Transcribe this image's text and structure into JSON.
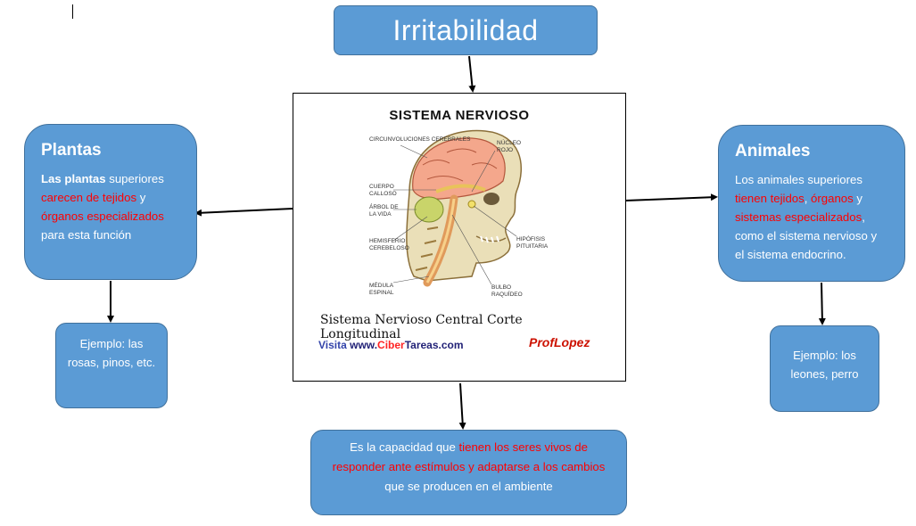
{
  "title": "Irritabilidad",
  "plants": {
    "heading": "Plantas",
    "t1": "Las plantas",
    "t2": " superiores ",
    "t3": "carecen de tejidos",
    "t4": " y ",
    "t5": "órganos especializados",
    "t6": " para esta función",
    "example": "Ejemplo: las rosas, pinos, etc."
  },
  "animals": {
    "heading": "Animales",
    "t1": "Los animales superiores ",
    "t2": "tienen tejidos",
    "t3": ", ",
    "t4": "órganos",
    "t5": " y ",
    "t6": "sistemas especializados",
    "t7": ", como el sistema nervioso y el sistema endocrino.",
    "example": "Ejemplo: los leones, perro"
  },
  "definition": {
    "t1": "Es la capacidad que ",
    "t2": "tienen los seres vivos de responder ante estímulos y adaptarse a los cambios",
    "t3": " que se producen en el ambiente"
  },
  "figure": {
    "title": "SISTEMA NERVIOSO",
    "labels": {
      "circunvoluciones": "CIRCUNVOLUCIONES CEREBRALES",
      "cuerpo_calloso": "CUERPO CALLOSO",
      "arbol": "ÁRBOL DE LA VIDA",
      "hemisferio": "HEMISFERIO CEREBELOSO",
      "medula": "MÉDULA ESPINAL",
      "nucleo": "NÚCLEO ROJO",
      "hipofisis": "HIPÓFISIS PITUITARIA",
      "bulbo": "BULBO RAQUÍDEO"
    },
    "caption": "Sistema Nervioso Central Corte Longitudinal",
    "visit_label": "Visita ",
    "visit_site_a": "www.",
    "visit_site_b": "Ciber",
    "visit_site_c": "Tareas.com",
    "logo": "ProfLopez"
  },
  "colors": {
    "box_fill": "#5b9bd5",
    "box_border": "#41719c",
    "highlight": "#ff0000"
  }
}
